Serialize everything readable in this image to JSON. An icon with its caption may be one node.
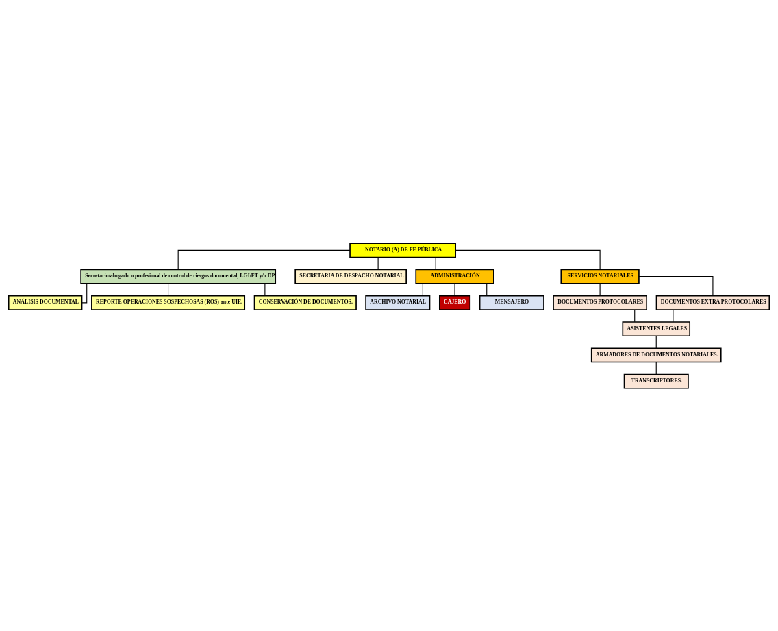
{
  "diagram": {
    "nodes": [
      {
        "text": [
          "NOTARIO (A) DE FE PÚBLICA"
        ]
      },
      {
        "text": [
          "Secretario/abogado o profesional de control de riesgos documental, LGI/FT y/o DP"
        ]
      },
      {
        "text": [
          "ANÁLISIS DOCUMENTAL"
        ]
      },
      {
        "text": [
          "REPORTE OPERACIONES SOSPECHOSAS (ROS) ante UIF."
        ]
      },
      {
        "text": [
          "CONSERVACIÓN DE DOCUMENTOS."
        ]
      },
      {
        "text": [
          "SECRETARIA DE DESPACHO NOTARIAL"
        ]
      },
      {
        "text": [
          "ADMINISTRACIÓN"
        ]
      },
      {
        "text": [
          "SERVICIOS NOTARIALES"
        ]
      },
      {
        "text": [
          "ARCHIVO NOTARIAL"
        ]
      },
      {
        "text": [
          "CAJERO"
        ]
      },
      {
        "text": [
          "MENSAJERO"
        ]
      },
      {
        "text": [
          "DOCUMENTOS PROTOCOLARES"
        ]
      },
      {
        "text": [
          "DOCUMENTOS EXTRA PROTOCOLARES"
        ]
      },
      {
        "text": [
          "ASISTENTES LEGALES"
        ]
      },
      {
        "text": [
          "ARMADORES DE DOCUMENTOS NOTARIALES."
        ]
      },
      {
        "text": [
          "TRANSCRIPTORES."
        ]
      }
    ],
    "edges": [
      {
        "from": 0,
        "to": 1,
        "arrow": "none"
      },
      {
        "from": 0,
        "to": 5,
        "arrow": "none"
      },
      {
        "from": 1,
        "to": 2,
        "arrow": "none"
      },
      {
        "from": 1,
        "to": 3,
        "arrow": "none"
      },
      {
        "from": 1,
        "to": 4,
        "arrow": "none"
      },
      {
        "from": 0,
        "to": 6,
        "arrow": "none"
      },
      {
        "from": 0,
        "to": 7,
        "arrow": "none"
      },
      {
        "from": 6,
        "to": 8,
        "arrow": "none"
      },
      {
        "from": 6,
        "to": 9,
        "arrow": "none"
      },
      {
        "from": 6,
        "to": 10,
        "arrow": "none"
      },
      {
        "from": 7,
        "to": 11,
        "arrow": "none"
      },
      {
        "from": 7,
        "to": 12,
        "arrow": "none"
      },
      {
        "from": 11,
        "to": 13,
        "arrow": "none"
      },
      {
        "from": 12,
        "to": 13,
        "arrow": "none"
      },
      {
        "from": 13,
        "to": 14,
        "arrow": "none"
      },
      {
        "from": 14,
        "to": 15,
        "arrow": "none"
      }
    ]
  }
}
